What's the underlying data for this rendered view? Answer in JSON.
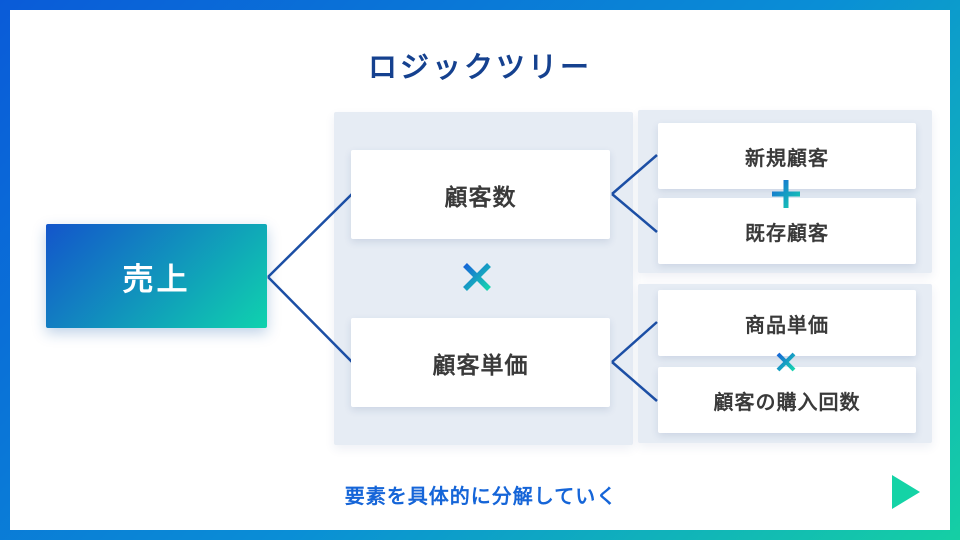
{
  "title": "ロジックツリー",
  "tree": {
    "root": {
      "label": "売上"
    },
    "level2": {
      "operator": "×",
      "nodes": [
        {
          "label": "顧客数"
        },
        {
          "label": "顧客単価"
        }
      ]
    },
    "level3_groups": [
      {
        "operator": "+",
        "nodes": [
          {
            "label": "新規顧客"
          },
          {
            "label": "既存顧客"
          }
        ]
      },
      {
        "operator": "×",
        "nodes": [
          {
            "label": "商品単価"
          },
          {
            "label": "顧客の購入回数"
          }
        ]
      }
    ]
  },
  "footer": {
    "caption": "要素を具体的に分解していく"
  },
  "colors": {
    "frame_gradient_start": "#0a5bd8",
    "frame_gradient_end": "#15cfa4",
    "root_gradient_start": "#1355cb",
    "root_gradient_end": "#0fd2ae",
    "panel_bg": "#e6ecf4",
    "connector": "#1c4fa5",
    "title_text": "#15418f",
    "caption_text": "#1565d8",
    "node_text": "#3a3a3a",
    "arrow_teal": "#14d3a6"
  }
}
